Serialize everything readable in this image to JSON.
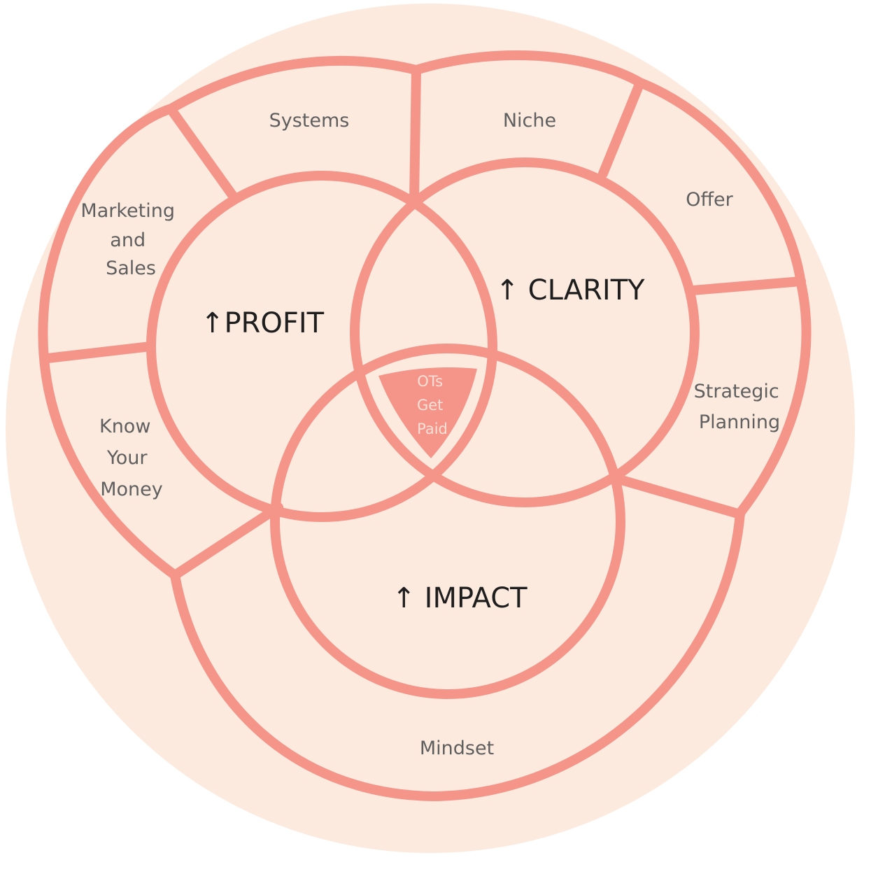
{
  "colors": {
    "background_disc": "#fdeadf",
    "stroke": "#f5958a",
    "center_fill": "#f5958a",
    "segment_text": "#5f5f5f",
    "main_text": "#1e1e1e",
    "center_text": "#fbe0d6"
  },
  "outer_segments": {
    "systems": [
      "Systems"
    ],
    "niche": [
      "Niche"
    ],
    "offer": [
      "Offer"
    ],
    "strategic_planning": [
      "Strategic",
      "Planning"
    ],
    "mindset": [
      "Mindset"
    ],
    "know_your_money": [
      "Know",
      "Your",
      "Money"
    ],
    "marketing_and_sales": [
      "Marketing",
      "and",
      "Sales"
    ]
  },
  "circles": {
    "profit": "↑PROFIT",
    "clarity": "↑ CLARITY",
    "impact": "↑ IMPACT"
  },
  "center": [
    "OTs",
    "Get",
    "Paid"
  ]
}
